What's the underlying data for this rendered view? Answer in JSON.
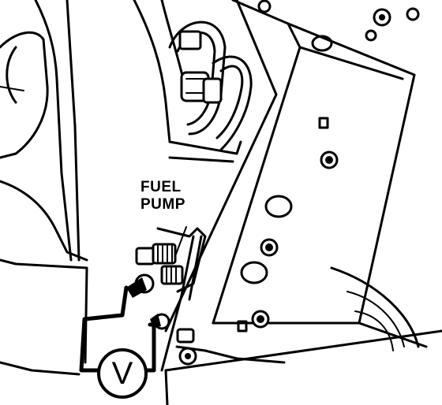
{
  "callout": {
    "line1": "FUEL",
    "line2": "PUMP"
  },
  "meter": {
    "symbol": "V"
  },
  "colors": {
    "ink": "#000000",
    "paper": "#ffffff"
  }
}
